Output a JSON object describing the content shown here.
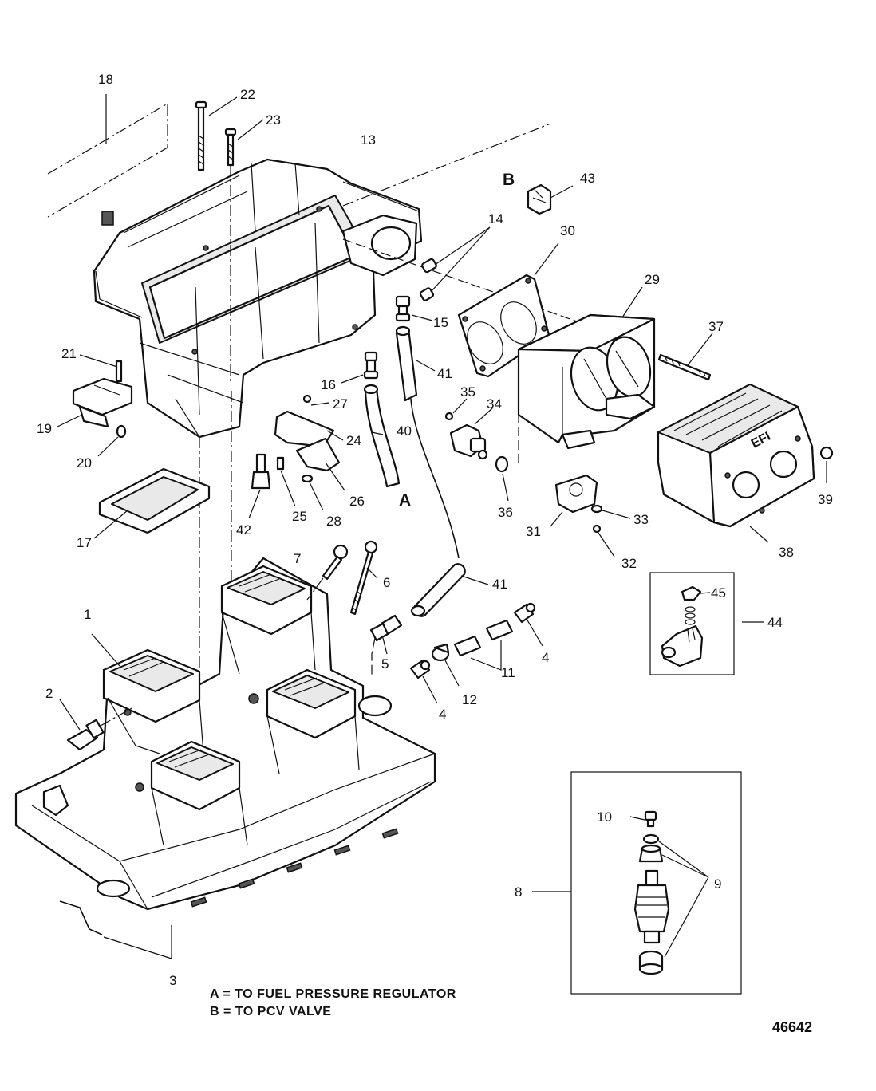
{
  "callouts": {
    "c1": "1",
    "c2": "2",
    "c3": "3",
    "c4a": "4",
    "c4b": "4",
    "c5": "5",
    "c6": "6",
    "c7": "7",
    "c8": "8",
    "c9": "9",
    "c10": "10",
    "c11": "11",
    "c12": "12",
    "c13": "13",
    "c14": "14",
    "c15": "15",
    "c16": "16",
    "c17": "17",
    "c18": "18",
    "c19": "19",
    "c20": "20",
    "c21": "21",
    "c22": "22",
    "c23": "23",
    "c24": "24",
    "c25": "25",
    "c26": "26",
    "c27": "27",
    "c28": "28",
    "c29": "29",
    "c30": "30",
    "c31": "31",
    "c32": "32",
    "c33": "33",
    "c34": "34",
    "c35": "35",
    "c36": "36",
    "c37": "37",
    "c38": "38",
    "c39": "39",
    "c40": "40",
    "c41a": "41",
    "c41b": "41",
    "c42": "42",
    "c43": "43",
    "c44": "44",
    "c45": "45"
  },
  "markers": {
    "a": "A",
    "b": "B"
  },
  "legend": {
    "a": "A = TO FUEL PRESSURE REGULATOR",
    "b": "B = TO PCV VALVE"
  },
  "figure_number": "46642",
  "labels": {
    "efi": "EFI"
  }
}
